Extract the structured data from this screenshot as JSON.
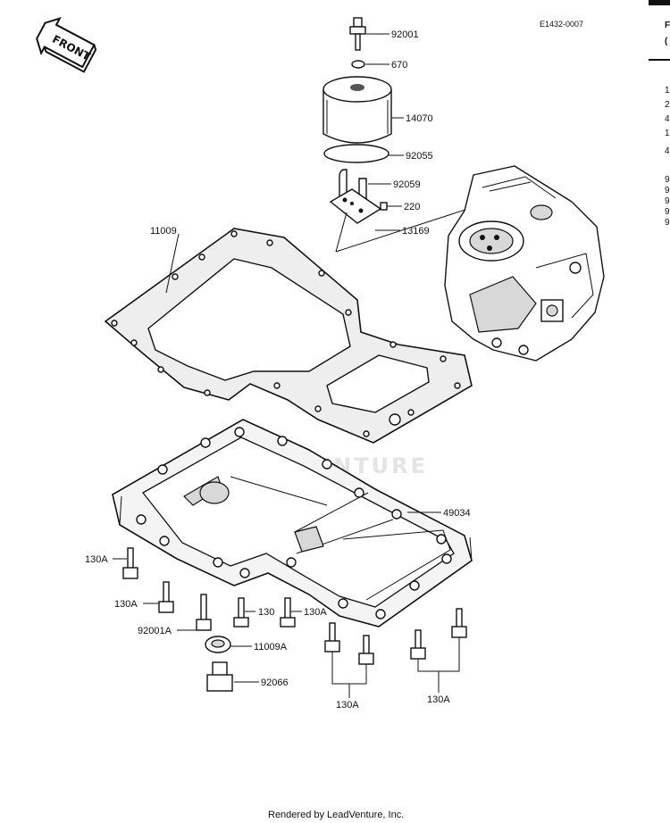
{
  "diagram_code": "E1432-0007",
  "front_label": "FRONT",
  "watermark": "LEADVENTURE",
  "footer": "Rendered by LeadVenture, Inc.",
  "edge_text": [
    "F",
    "(",
    "1",
    "2",
    "4",
    "1",
    "4",
    "9",
    "9",
    "9",
    "9",
    "9"
  ],
  "parts": [
    {
      "label": "92001"
    },
    {
      "label": "670"
    },
    {
      "label": "14070"
    },
    {
      "label": "92055"
    },
    {
      "label": "92059"
    },
    {
      "label": "220"
    },
    {
      "label": "13169"
    },
    {
      "label": "11009"
    },
    {
      "label": "49034"
    },
    {
      "label": "130A"
    },
    {
      "label": "130A"
    },
    {
      "label": "130"
    },
    {
      "label": "130A"
    },
    {
      "label": "92001A"
    },
    {
      "label": "11009A"
    },
    {
      "label": "92066"
    },
    {
      "label": "130A"
    },
    {
      "label": "130A"
    }
  ]
}
